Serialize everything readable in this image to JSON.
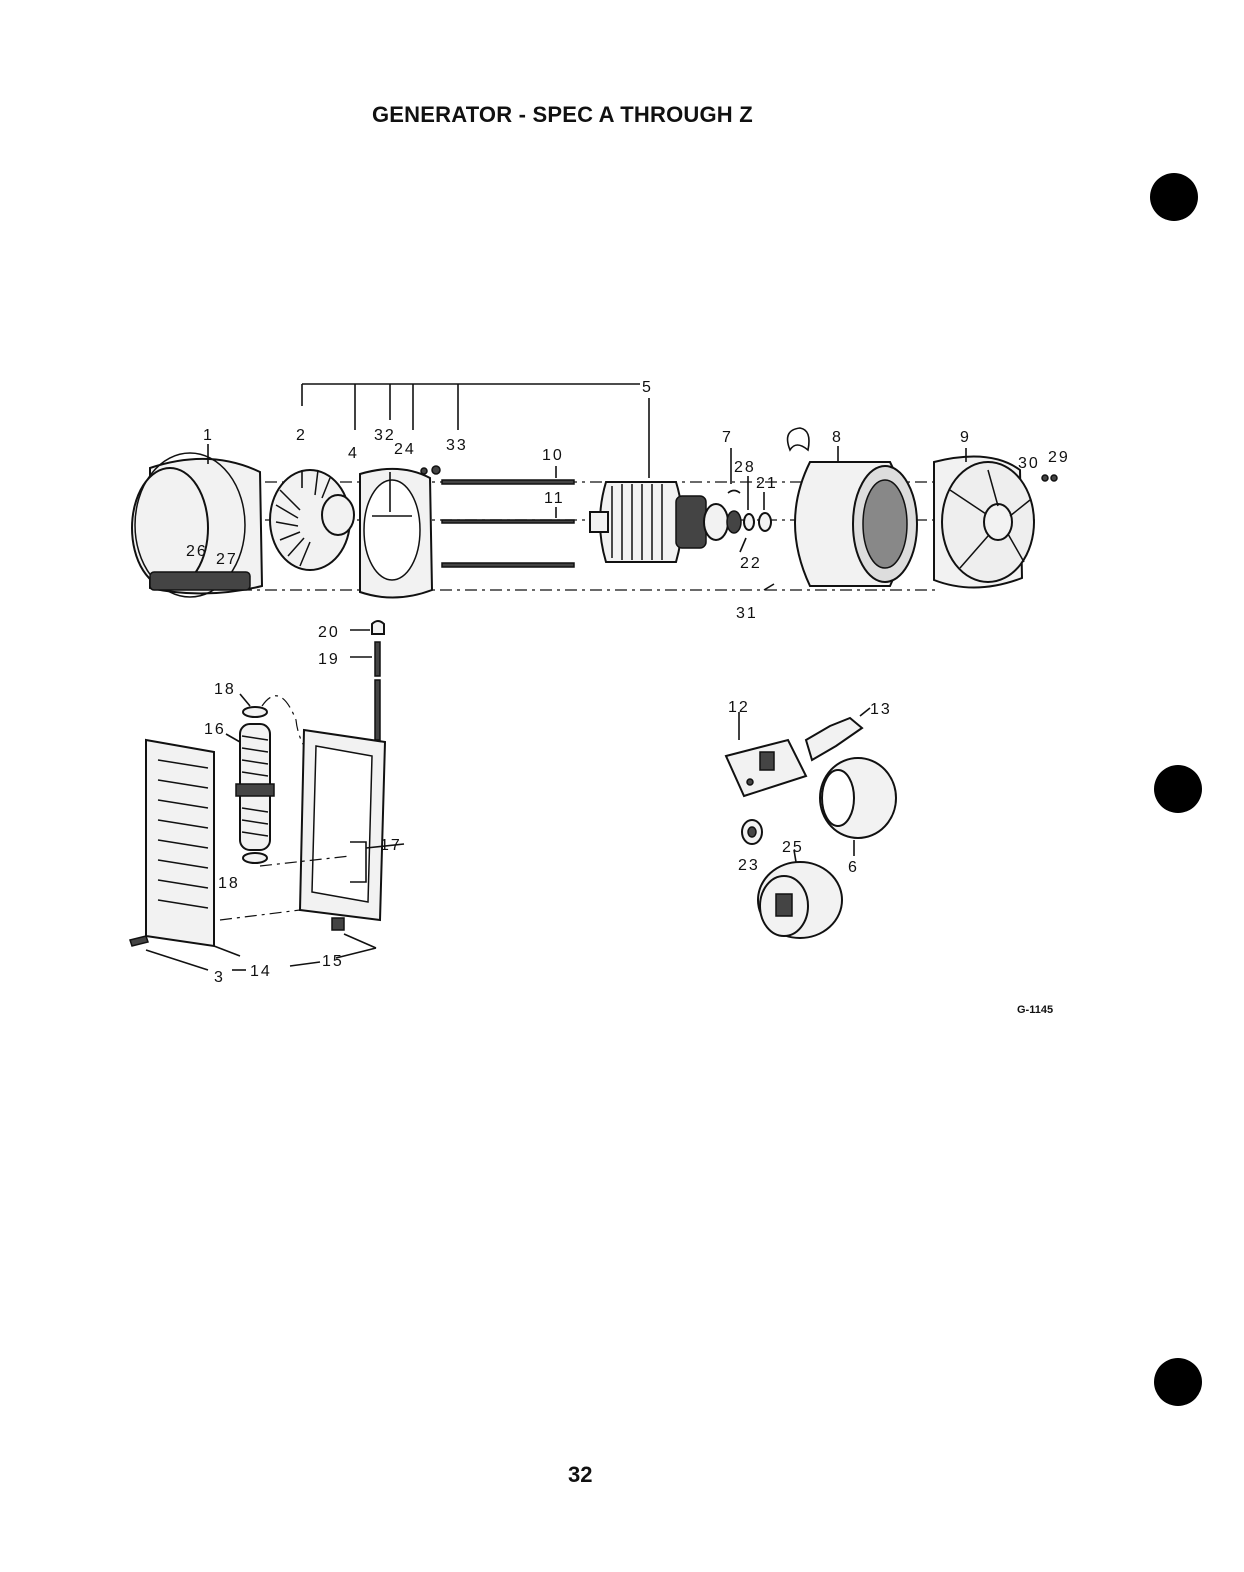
{
  "title": "GENERATOR - SPEC A THROUGH Z",
  "figure_code": "G-1145",
  "page_number": "32",
  "callouts": {
    "c1": "1",
    "c2": "2",
    "c3": "3",
    "c4": "4",
    "c5": "5",
    "c6": "6",
    "c7": "7",
    "c8": "8",
    "c9": "9",
    "c10": "10",
    "c11": "11",
    "c12": "12",
    "c13": "13",
    "c14": "14",
    "c15": "15",
    "c16": "16",
    "c17": "17",
    "c18a": "18",
    "c18b": "18",
    "c19": "19",
    "c20": "20",
    "c21": "21",
    "c22": "22",
    "c23": "23",
    "c24": "24",
    "c25": "25",
    "c26": "26",
    "c27": "27",
    "c28": "28",
    "c29": "29",
    "c30": "30",
    "c31": "31",
    "c32": "32",
    "c33": "33"
  }
}
